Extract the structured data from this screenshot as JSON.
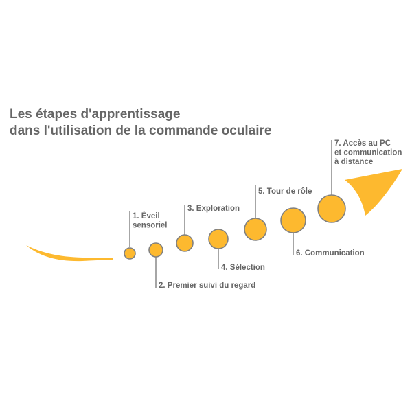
{
  "title": {
    "line1": "Les étapes d'apprentissage",
    "line2": "dans l'utilisation de la commande oculaire"
  },
  "colors": {
    "accent": "#FDB92F",
    "ring": "#808080",
    "connector": "#808080",
    "text": "#666666"
  },
  "steps": [
    {
      "lines": [
        "1. Éveil",
        "sensoriel"
      ]
    },
    {
      "lines": [
        "2. Premier suivi du regard"
      ]
    },
    {
      "lines": [
        "3. Exploration"
      ]
    },
    {
      "lines": [
        "4. Sélection"
      ]
    },
    {
      "lines": [
        "5. Tour de rôle"
      ]
    },
    {
      "lines": [
        "6. Communication"
      ]
    },
    {
      "lines": [
        "7. Accès au PC",
        "et communication",
        "à distance"
      ]
    }
  ]
}
